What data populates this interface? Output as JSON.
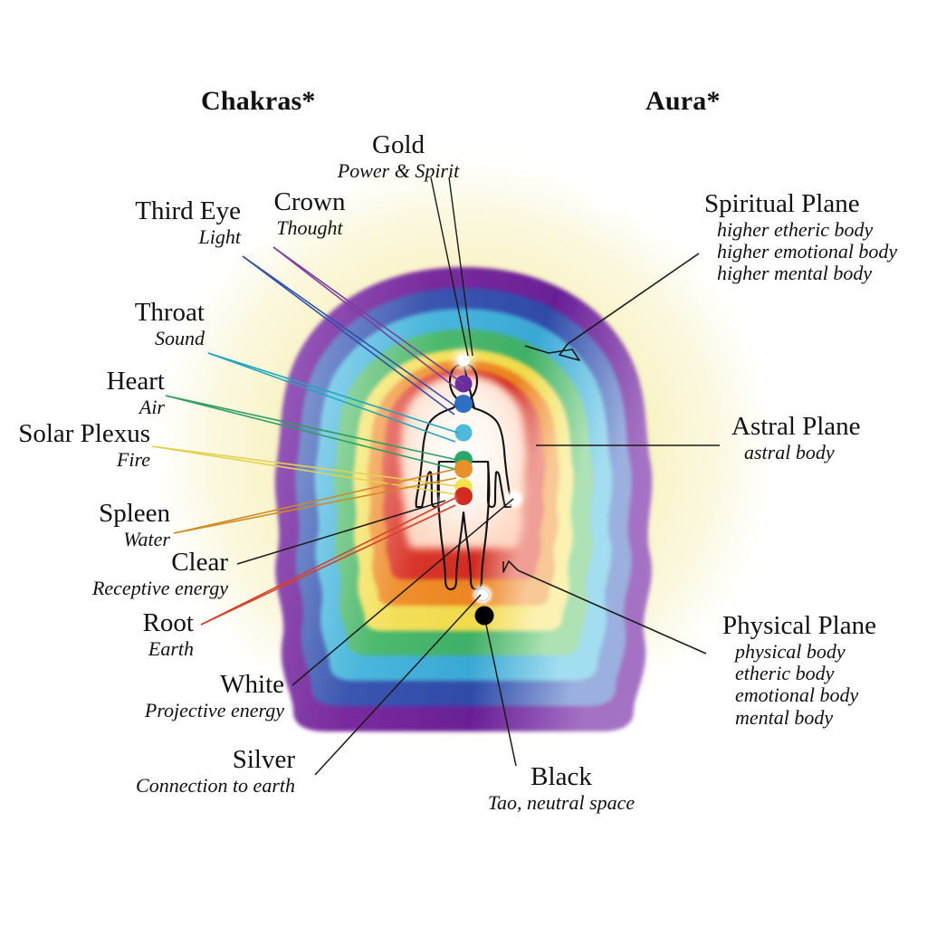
{
  "headers": {
    "chakras": "Chakras*",
    "aura": "Aura*"
  },
  "chakra_labels": [
    {
      "title": "Gold",
      "subtitle": "Power & Spirit",
      "color": "#1a1a1a"
    },
    {
      "title": "Crown",
      "subtitle": "Thought",
      "color": "#7b3fa0"
    },
    {
      "title": "Third Eye",
      "subtitle": "Light",
      "color": "#2f4fa8"
    },
    {
      "title": "Throat",
      "subtitle": "Sound",
      "color": "#23a5bf"
    },
    {
      "title": "Heart",
      "subtitle": "Air",
      "color": "#2e9e63"
    },
    {
      "title": "Solar Plexus",
      "subtitle": "Fire",
      "color": "#e3d24d"
    },
    {
      "title": "Spleen",
      "subtitle": "Water",
      "color": "#d08a20"
    },
    {
      "title": "Clear",
      "subtitle": "Receptive energy",
      "color": "#1a1a1a"
    },
    {
      "title": "Root",
      "subtitle": "Earth",
      "color": "#d8402a"
    },
    {
      "title": "White",
      "subtitle": "Projective energy",
      "color": "#1a1a1a"
    },
    {
      "title": "Silver",
      "subtitle": "Connection to earth",
      "color": "#1a1a1a"
    },
    {
      "title": "Black",
      "subtitle": "Tao, neutral space",
      "color": "#1a1a1a"
    }
  ],
  "aura_labels": [
    {
      "title": "Spiritual Plane",
      "subtitles": [
        "higher etheric body",
        "higher emotional body",
        "higher mental body"
      ]
    },
    {
      "title": "Astral Plane",
      "subtitles": [
        "astral body"
      ]
    },
    {
      "title": "Physical Plane",
      "subtitles": [
        "physical body",
        "etheric body",
        "emotional body",
        "mental body"
      ]
    }
  ],
  "aura_bands": [
    {
      "name": "purple",
      "color": "#7b2d9e"
    },
    {
      "name": "blue",
      "color": "#3b55b0"
    },
    {
      "name": "cyan",
      "color": "#49b6dc"
    },
    {
      "name": "green",
      "color": "#4cb96e"
    },
    {
      "name": "yellow",
      "color": "#f3e05a"
    },
    {
      "name": "orange",
      "color": "#ef8f2c"
    },
    {
      "name": "red",
      "color": "#d9352a"
    },
    {
      "name": "white",
      "color": "#ffffff"
    }
  ],
  "chakra_dots": [
    {
      "name": "crown-gold-glow",
      "color": "#fffbe8"
    },
    {
      "name": "crown",
      "color": "#6b2d9e"
    },
    {
      "name": "third-eye",
      "color": "#2f6fc4"
    },
    {
      "name": "throat",
      "color": "#4fb8dd"
    },
    {
      "name": "heart",
      "color": "#2aa86a"
    },
    {
      "name": "solar-plexus",
      "color": "#f5e24a"
    },
    {
      "name": "spleen",
      "color": "#e8902a"
    },
    {
      "name": "root",
      "color": "#d42a22"
    },
    {
      "name": "hand-left",
      "color": "#ffffff"
    },
    {
      "name": "hand-right",
      "color": "#ffffff"
    },
    {
      "name": "feet-silver",
      "color": "#ffffff"
    },
    {
      "name": "black-below",
      "color": "#000000"
    }
  ],
  "background": {
    "glow_color": "#f7f0b8",
    "page_color": "#ffffff"
  }
}
